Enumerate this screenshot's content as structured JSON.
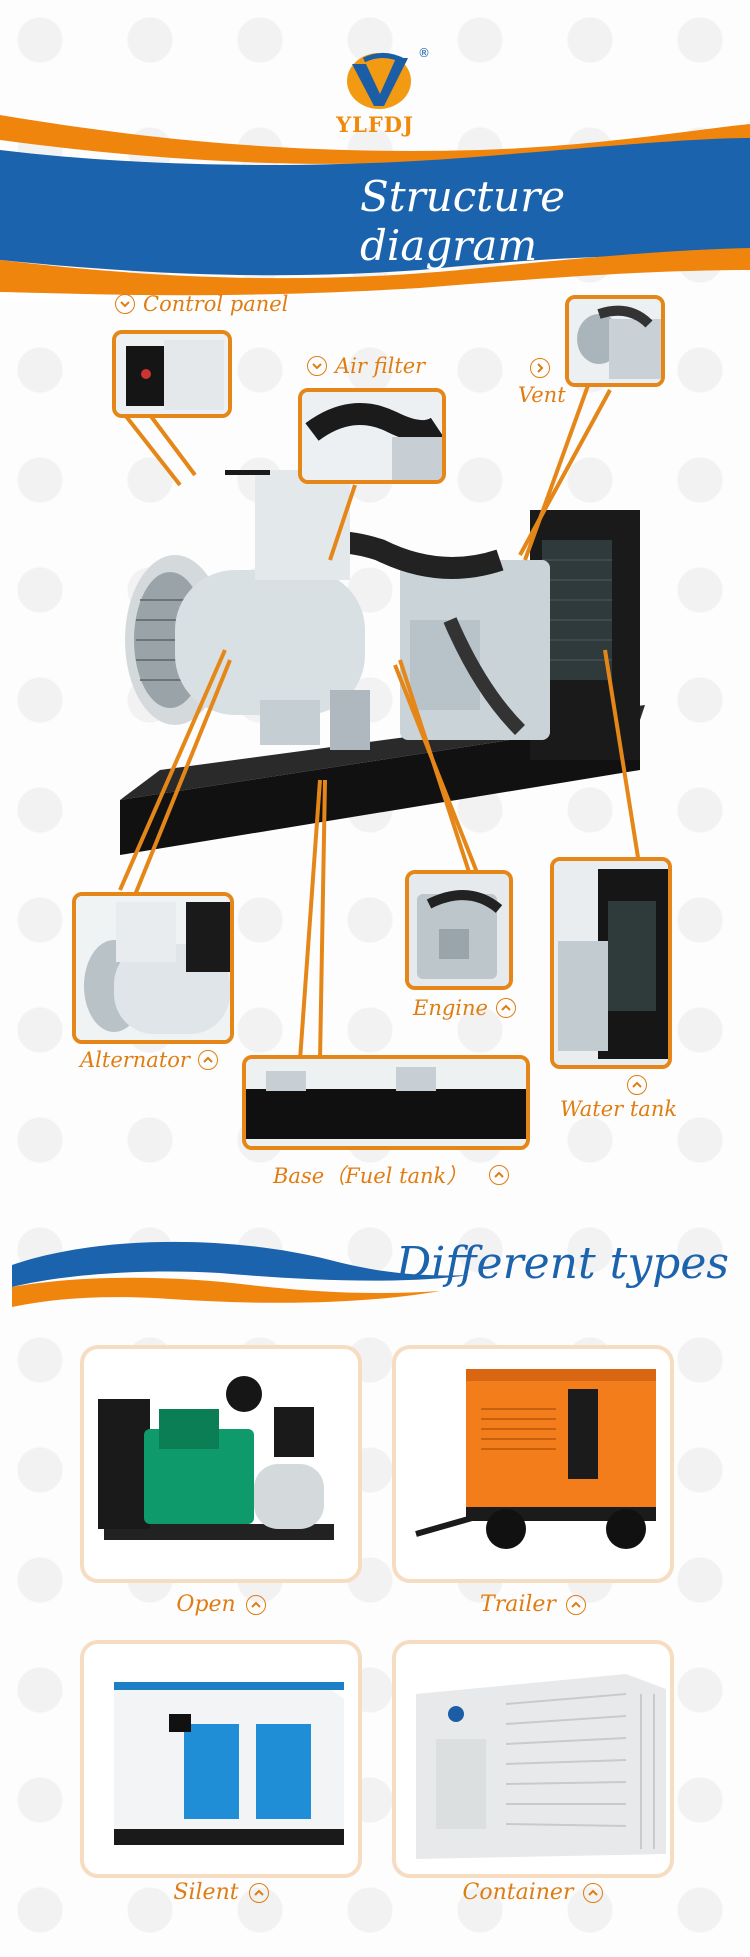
{
  "brand": {
    "name": "YLFDJ",
    "registered_mark": "®"
  },
  "structure": {
    "title": "Structure diagram",
    "parts": {
      "control_panel": "Control panel",
      "air_filter": "Air filter",
      "vent": "Vent",
      "alternator": "Alternator",
      "engine": "Engine",
      "water_tank": "Water tank",
      "base": "Base（Fuel tank）"
    }
  },
  "types": {
    "title": "Different types",
    "items": [
      {
        "label": "Open"
      },
      {
        "label": "Trailer"
      },
      {
        "label": "Silent"
      },
      {
        "label": "Container"
      }
    ]
  },
  "colors": {
    "orange": "#e58718",
    "blue": "#1b63ac"
  },
  "icons": {
    "down": "chevron-down-circle-icon",
    "right": "chevron-right-circle-icon",
    "up": "chevron-up-circle-icon"
  }
}
